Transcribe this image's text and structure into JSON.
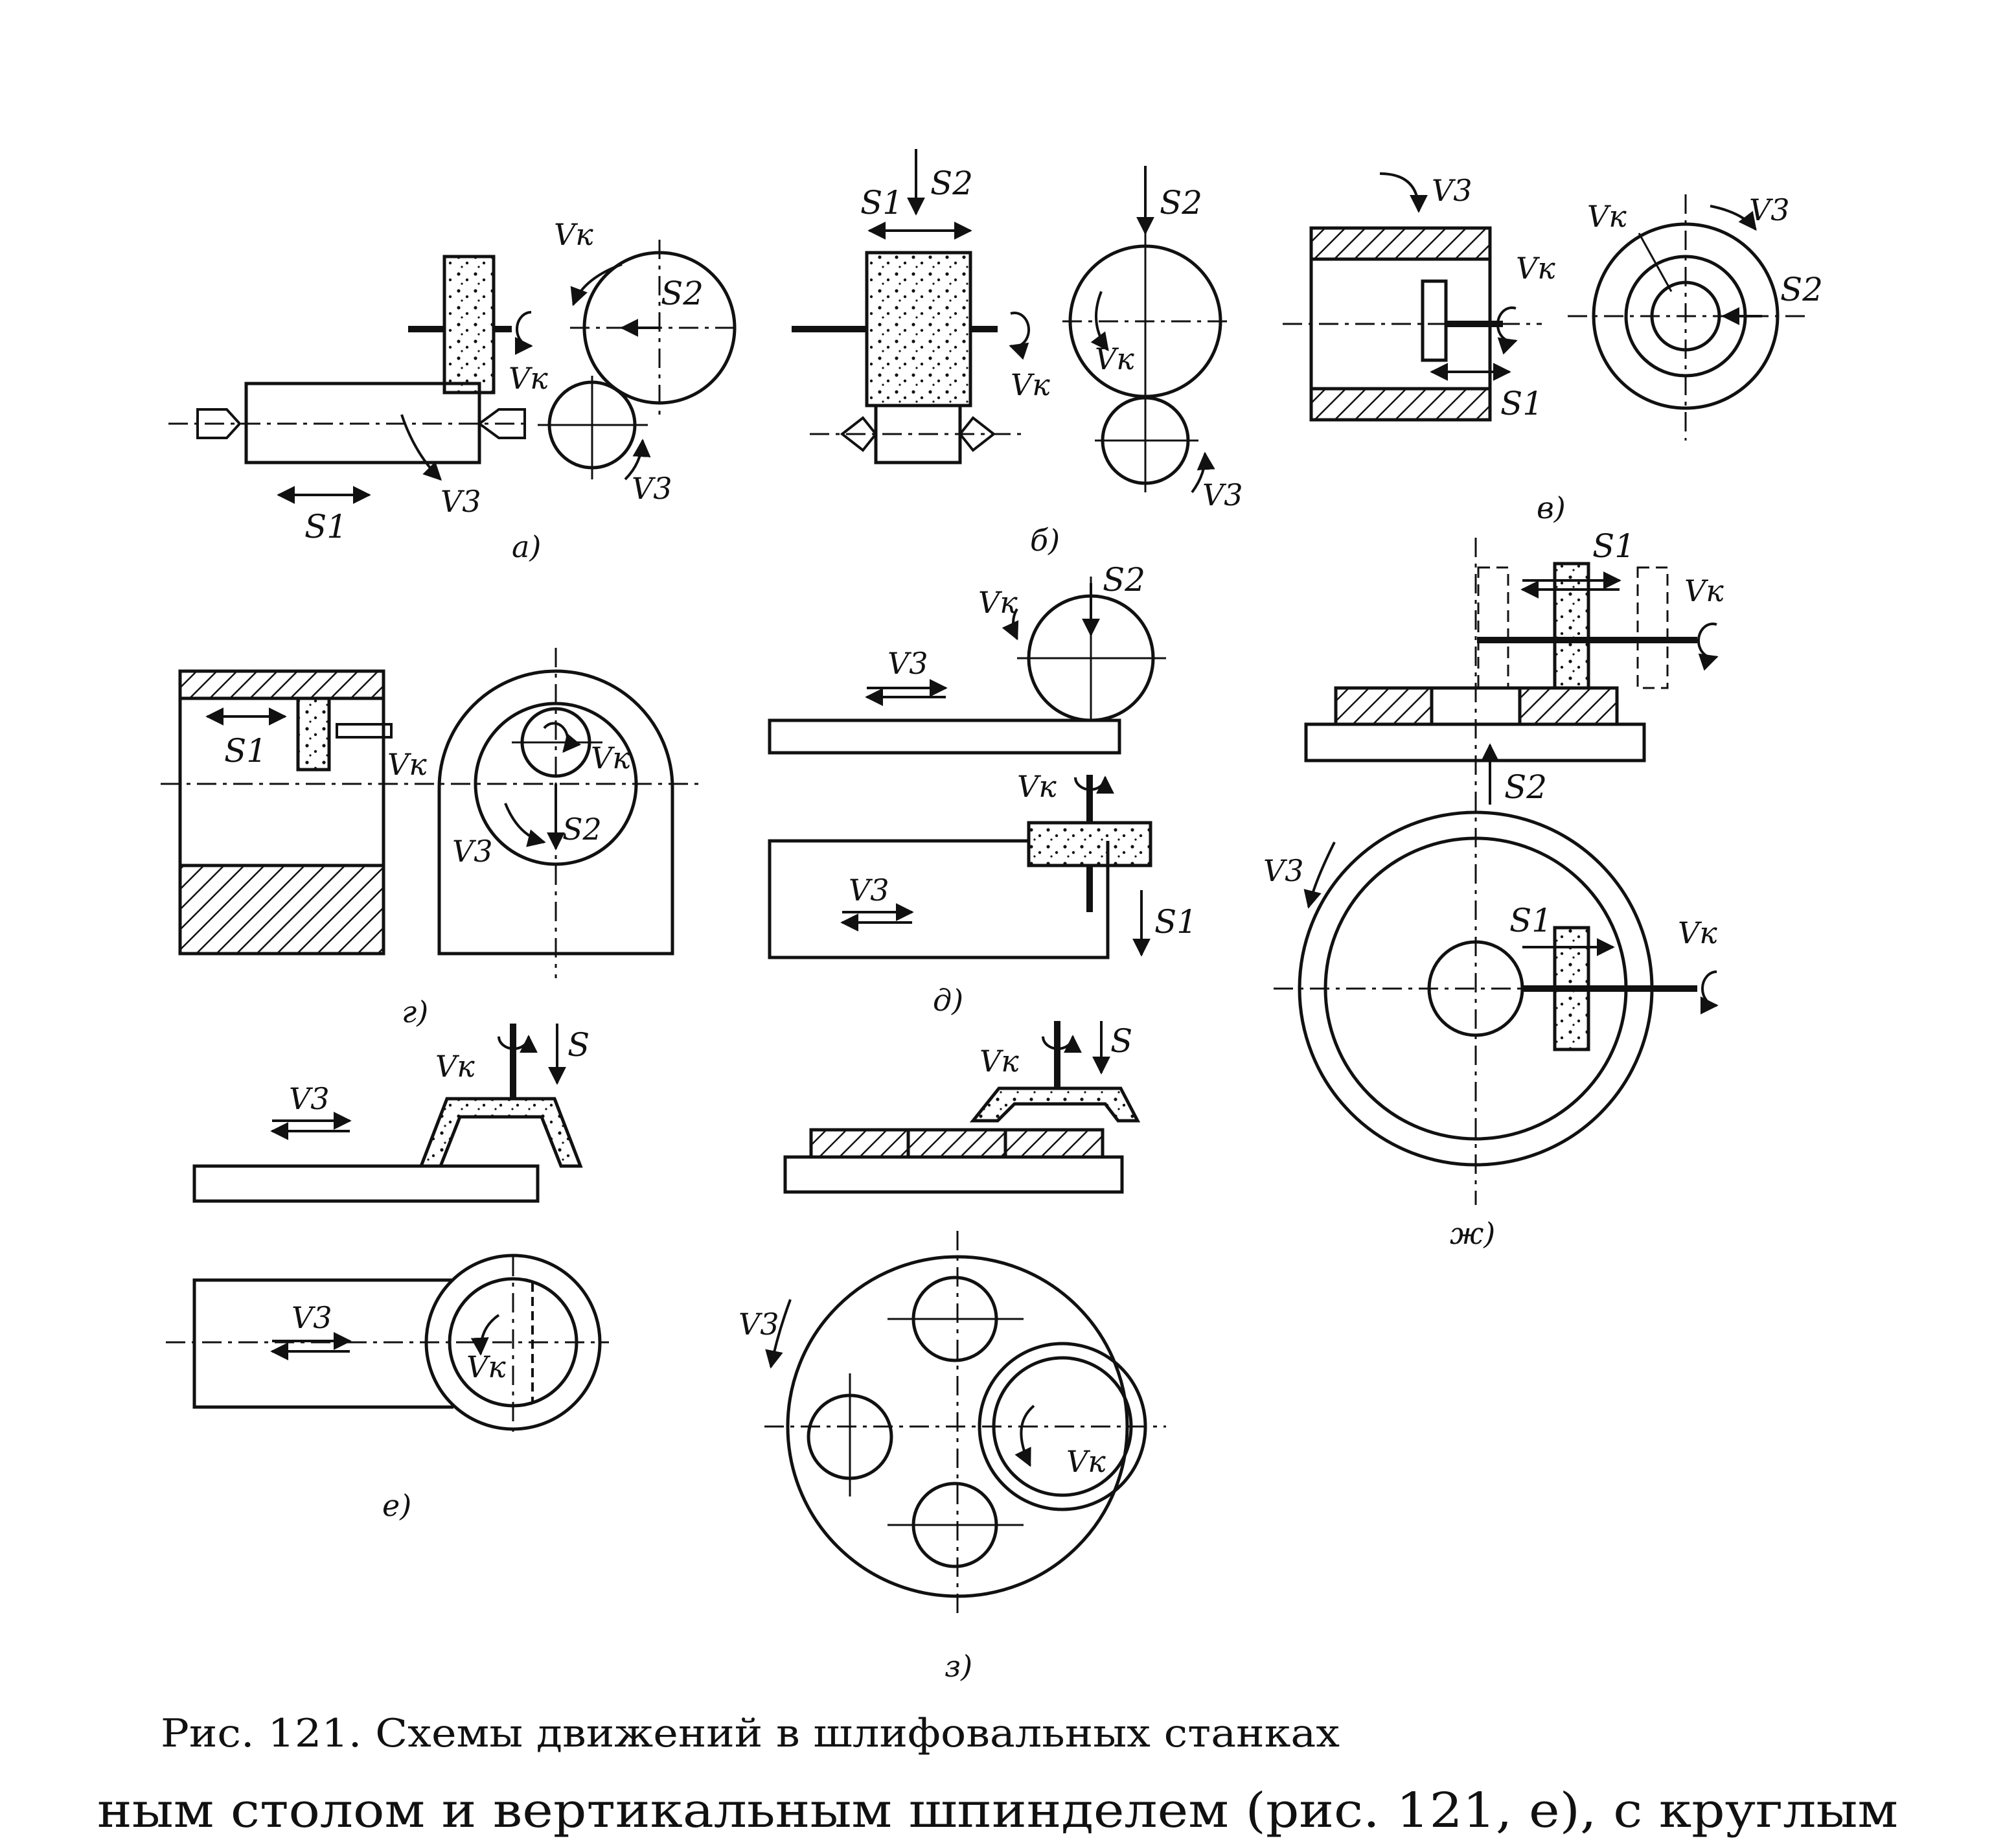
{
  "figure": {
    "caption": "Рис. 121. Схемы движений в шлифовальных станках",
    "body_text": "ным столом и вертикальным шпинделем (рис. 121, е), с круглым",
    "panels": {
      "a": {
        "tag": "а)",
        "vk_top": "Vк",
        "vk_mid": "Vк",
        "s2": "S2",
        "v3_work": "V3",
        "v3_wheel": "V3",
        "s1": "S1"
      },
      "b": {
        "tag": "б)",
        "s1": "S1",
        "s2_top": "S2",
        "s2_right": "S2",
        "vk_left": "Vк",
        "vk_circle": "Vк",
        "v3": "V3"
      },
      "v": {
        "tag": "в)",
        "v3_top": "V3",
        "vk_mid": "Vк",
        "s1": "S1",
        "vk_ring": "Vк",
        "v3_ring": "V3",
        "s2": "S2"
      },
      "g": {
        "tag": "г)",
        "s1": "S1",
        "vk_left": "Vк",
        "vk_right": "Vк",
        "v3": "V3",
        "s2": "S2"
      },
      "d": {
        "tag": "д)",
        "v3_top": "V3",
        "vk_top": "Vк",
        "s2": "S2",
        "vk_bottom": "Vк",
        "v3_bottom": "V3",
        "s1": "S1"
      },
      "e": {
        "tag": "е)",
        "vk_top": "Vк",
        "s": "S",
        "v3_top": "V3",
        "v3_bottom": "V3",
        "vk_bottom": "Vк"
      },
      "zh": {
        "tag": "ж)",
        "s1_top": "S1",
        "vk_top": "Vк",
        "s2": "S2",
        "v3": "V3",
        "s1_bottom": "S1",
        "vk_bottom": "Vк"
      },
      "z": {
        "tag": "з)",
        "vk_top": "Vк",
        "s": "S",
        "v3": "V3",
        "vk_circle": "Vк"
      }
    }
  }
}
